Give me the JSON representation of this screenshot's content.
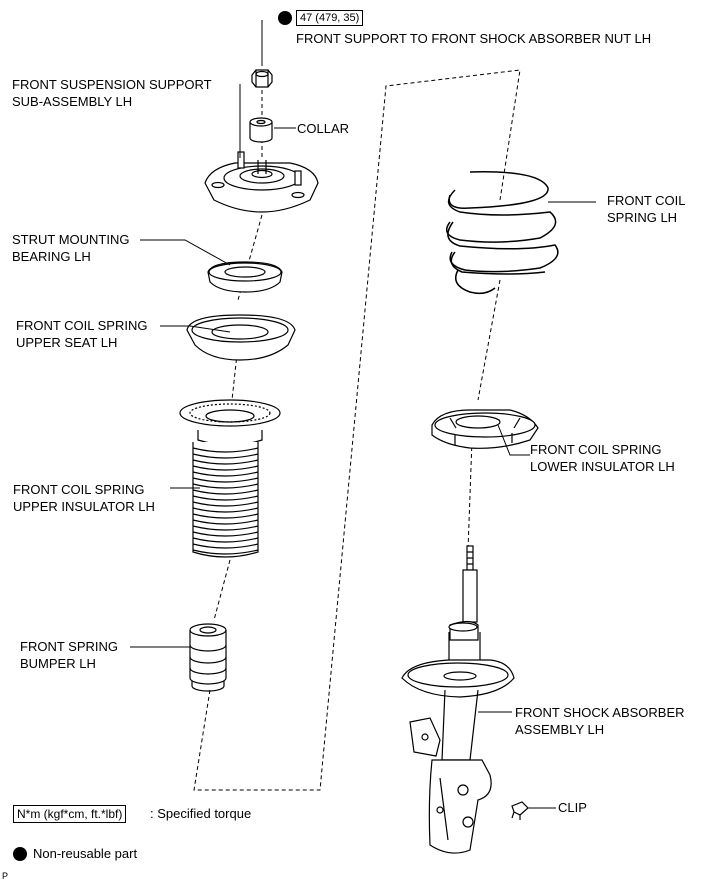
{
  "torque_spec": {
    "value": "47 (479, 35)",
    "label": "FRONT SUPPORT TO FRONT SHOCK ABSORBER NUT LH"
  },
  "parts": {
    "front_suspension_support": {
      "line1": "FRONT SUSPENSION SUPPORT",
      "line2": "SUB-ASSEMBLY LH"
    },
    "collar": {
      "line1": "COLLAR"
    },
    "strut_mounting_bearing": {
      "line1": "STRUT MOUNTING",
      "line2": "BEARING LH"
    },
    "front_coil_spring_upper_seat": {
      "line1": "FRONT COIL SPRING",
      "line2": "UPPER SEAT LH"
    },
    "front_coil_spring_upper_insulator": {
      "line1": "FRONT COIL SPRING",
      "line2": "UPPER INSULATOR LH"
    },
    "front_spring_bumper": {
      "line1": "FRONT SPRING",
      "line2": "BUMPER LH"
    },
    "front_coil_spring": {
      "line1": "FRONT COIL",
      "line2": "SPRING LH"
    },
    "front_coil_spring_lower_insulator": {
      "line1": "FRONT COIL SPRING",
      "line2": "LOWER INSULATOR LH"
    },
    "front_shock_absorber": {
      "line1": "FRONT SHOCK ABSORBER",
      "line2": "ASSEMBLY LH"
    },
    "clip": {
      "line1": "CLIP"
    }
  },
  "legend": {
    "torque_box": "N*m (kgf*cm, ft.*lbf)",
    "torque_desc": ": Specified torque",
    "non_reusable": "Non-reusable part"
  },
  "corner_mark": "P"
}
